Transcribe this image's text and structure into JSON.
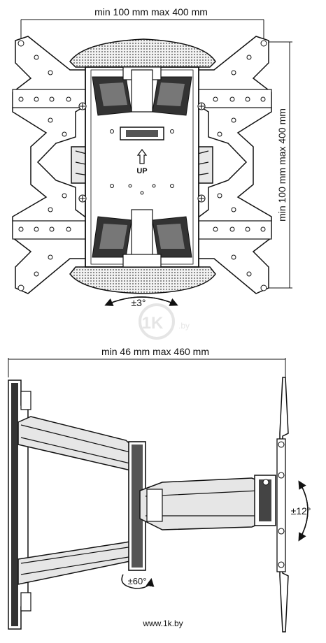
{
  "front_view": {
    "width_label": "min 100 mm max 400 mm",
    "height_label": "min 100 mm max 400 mm",
    "up_label": "UP",
    "tilt_label": "±3°"
  },
  "side_view": {
    "extension_label": "min 46 mm max 460 mm",
    "swivel_label": "±60°",
    "tilt_label": "±12°"
  },
  "watermark": {
    "logo_text": "1K",
    "logo_suffix": ".by"
  },
  "footer": {
    "site": "www.1k.by"
  }
}
